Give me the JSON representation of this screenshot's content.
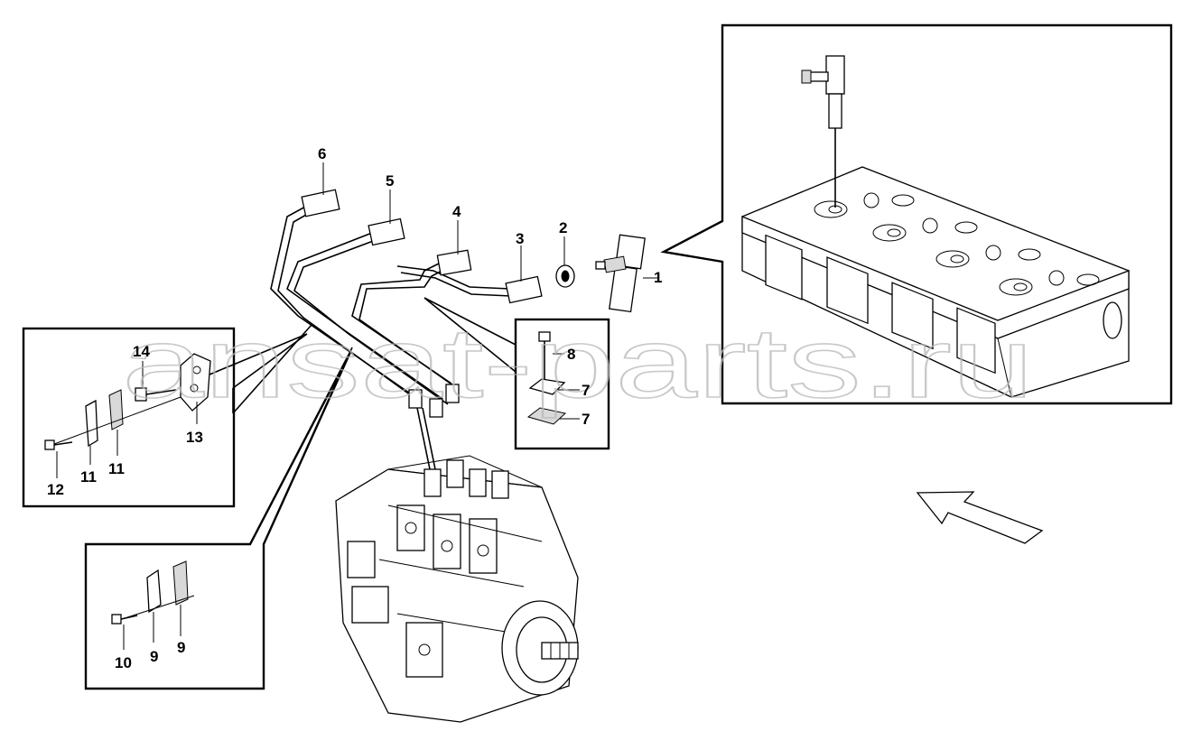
{
  "watermark": "ansat-parts.ru",
  "corner_mark": "",
  "callouts": {
    "c1": "1",
    "c2": "2",
    "c3": "3",
    "c4": "4",
    "c5": "5",
    "c6": "6",
    "c7a": "7",
    "c7b": "7",
    "c8": "8",
    "c9a": "9",
    "c9b": "9",
    "c10": "10",
    "c11a": "11",
    "c11b": "11",
    "c12": "12",
    "c13": "13",
    "c14": "14"
  },
  "colors": {
    "line": "#000000",
    "background": "#ffffff",
    "watermark": "#b8b8b8"
  }
}
